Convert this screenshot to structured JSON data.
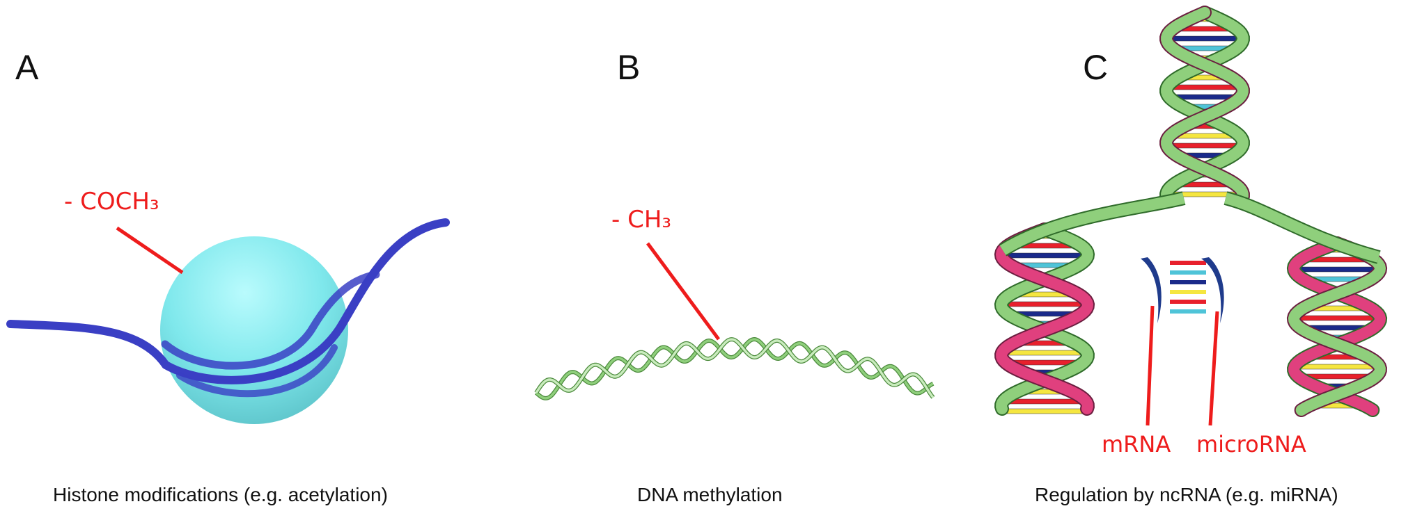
{
  "panels": [
    {
      "letter": "A",
      "caption": "Histone modifications (e.g. acetylation)",
      "group_label": "- COCH₃"
    },
    {
      "letter": "B",
      "caption": "DNA methylation",
      "group_label": "- CH₃"
    },
    {
      "letter": "C",
      "caption": "Regulation by ncRNA (e.g. miRNA)",
      "labels": [
        "mRNA",
        "microRNA"
      ]
    }
  ],
  "colors": {
    "red": "#ee1c1c",
    "histone_strand": "#3a3fc4",
    "nucleosome": "#6ee6ec",
    "dna_green": "#8fcf7c",
    "dna_pink": "#e0407e"
  },
  "icons": [
    "nucleosome-sphere",
    "dna-helix",
    "dna-double-helix",
    "microrna-strand"
  ]
}
